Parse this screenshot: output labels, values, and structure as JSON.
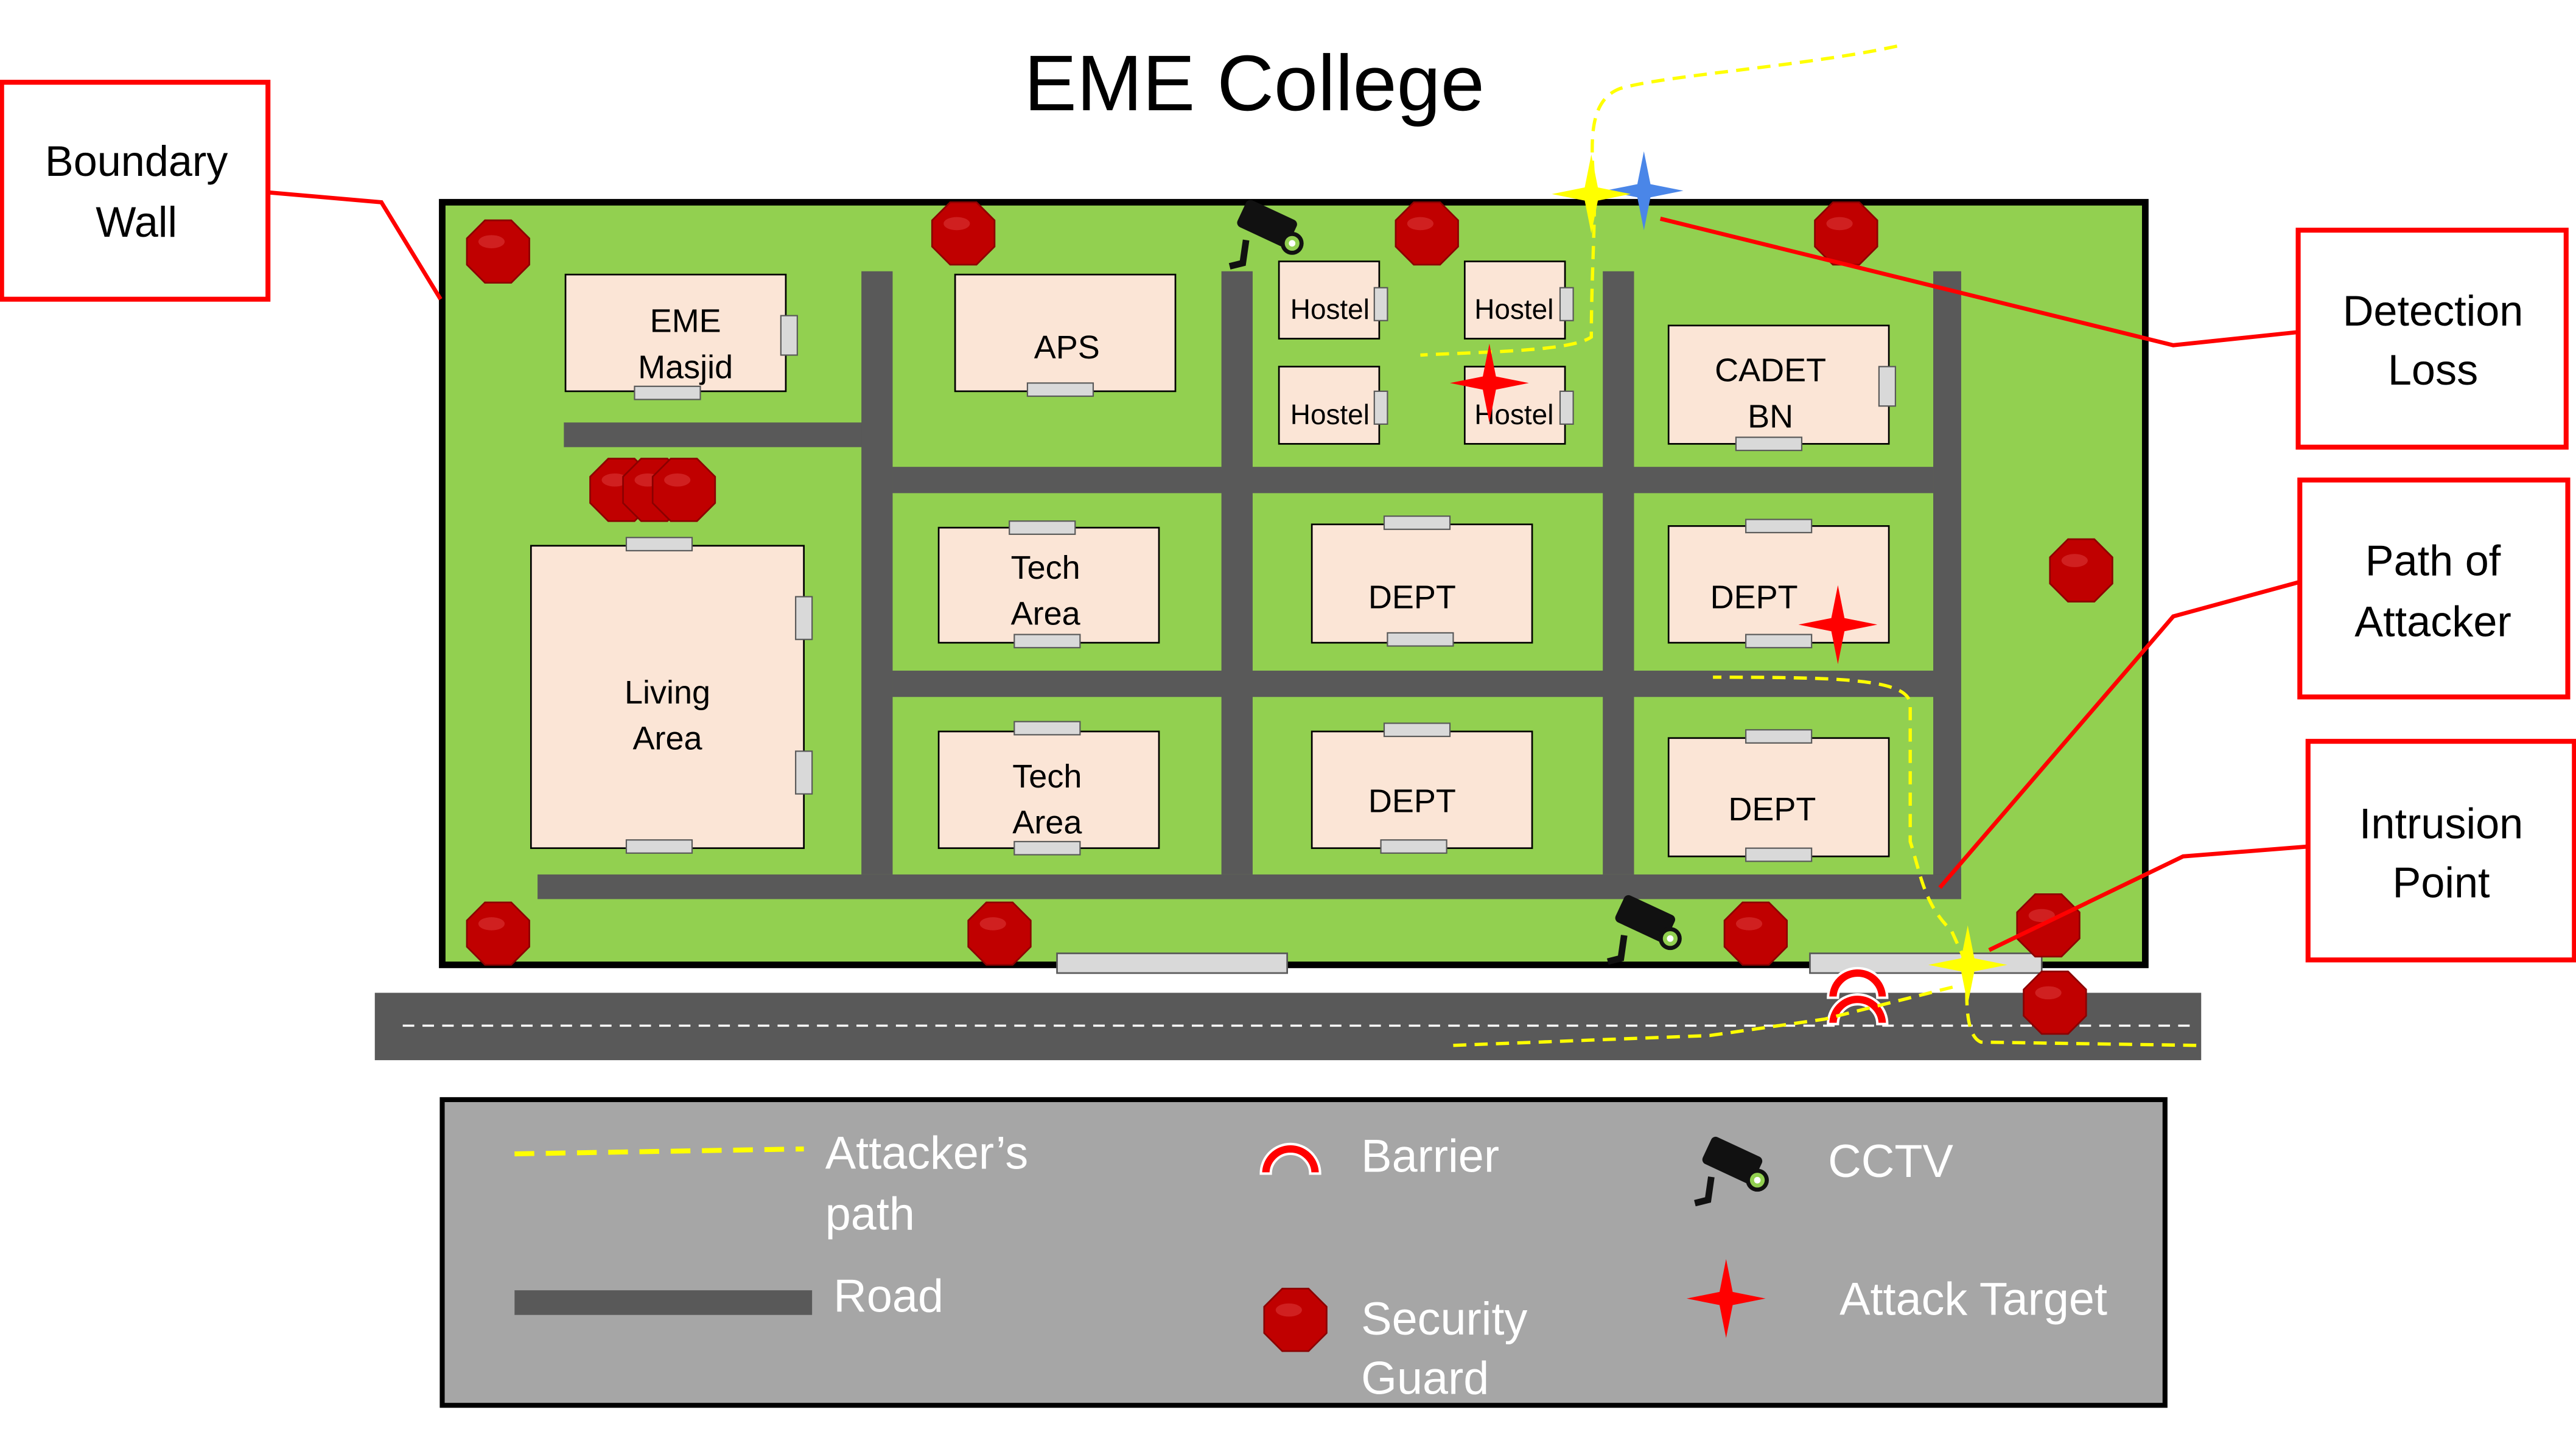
{
  "title": "EME College",
  "callouts": {
    "boundary_wall": [
      "Boundary",
      "Wall"
    ],
    "detection_loss": [
      "Detection",
      "Loss"
    ],
    "path_of_attacker": [
      "Path of",
      "Attacker"
    ],
    "intrusion_point": [
      "Intrusion",
      "Point"
    ]
  },
  "buildings": {
    "eme_masjid": [
      "EME",
      "Masjid"
    ],
    "aps": [
      "APS"
    ],
    "hostel_1": [
      "Hostel"
    ],
    "hostel_2": [
      "Hostel"
    ],
    "hostel_3": [
      "Hostel"
    ],
    "hostel_4": [
      "Hostel"
    ],
    "cadet_bn": [
      "CADET",
      "BN"
    ],
    "living_area": [
      "Living",
      "Area"
    ],
    "tech_area_1": [
      "Tech",
      "Area"
    ],
    "tech_area_2": [
      "Tech",
      "Area"
    ],
    "dept_1": [
      "DEPT"
    ],
    "dept_2": [
      "DEPT"
    ],
    "dept_3": [
      "DEPT"
    ],
    "dept_4": [
      "DEPT"
    ]
  },
  "legend": {
    "attackers_path": [
      "Attacker’s",
      "path"
    ],
    "road": "Road",
    "barrier": "Barrier",
    "security_guard": [
      "Security",
      "Guard"
    ],
    "cctv": "CCTV",
    "attack_target": "Attack Target"
  },
  "colors": {
    "campus_green": "#92D050",
    "road": "#595959",
    "building_fill": "#FBE5D6",
    "guard": "#C00000",
    "callout_border": "#FF0000",
    "attacker_path": "#FFFF00",
    "attack_target": "#FF0000",
    "detection_star": "#4A86E8",
    "legend_bg": "#A6A6A6"
  },
  "icons": {
    "guard": "octagon",
    "cctv": "camera-icon",
    "barrier": "arch-barrier-icon",
    "target": "four-point-star-icon"
  }
}
